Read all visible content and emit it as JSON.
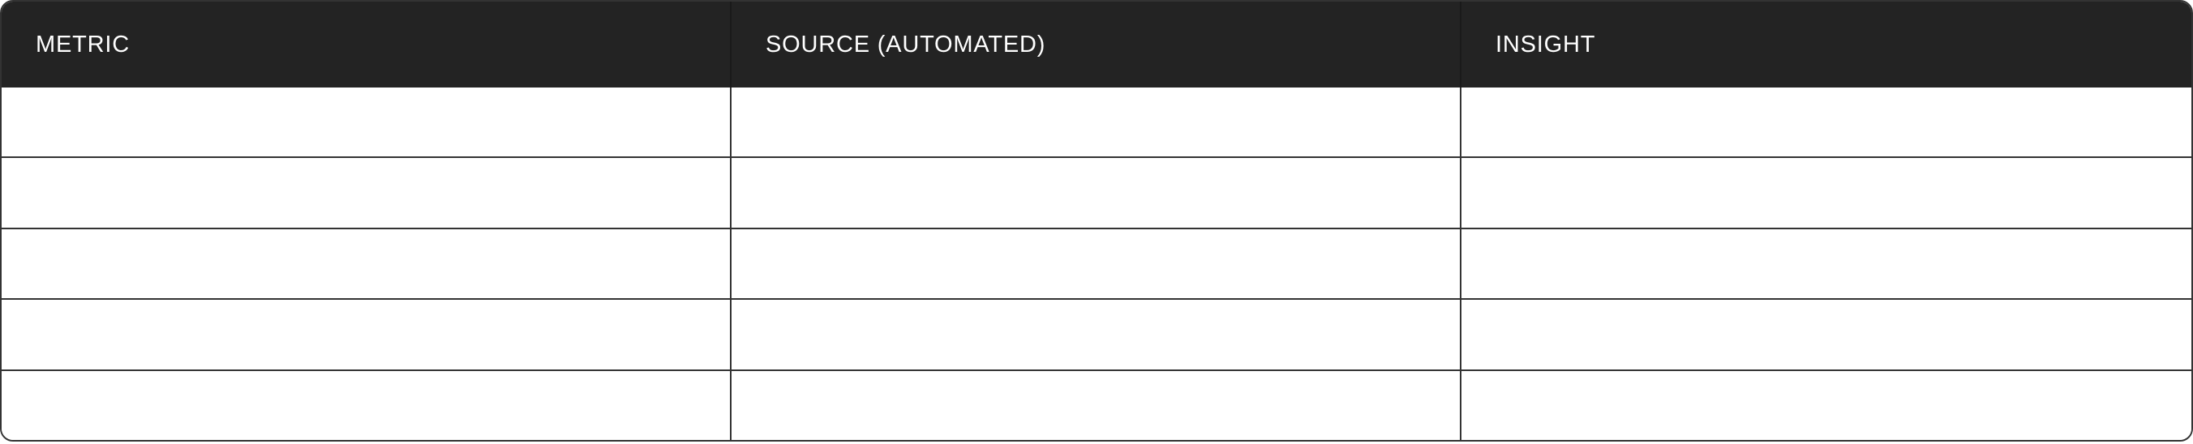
{
  "table": {
    "title": "metrics-table",
    "columns": [
      {
        "label": "METRIC"
      },
      {
        "label": "SOURCE (AUTOMATED)"
      },
      {
        "label": "INSIGHT"
      }
    ],
    "rows": [
      {
        "cells": [
          "",
          "",
          ""
        ]
      },
      {
        "cells": [
          "",
          "",
          ""
        ]
      },
      {
        "cells": [
          "",
          "",
          ""
        ]
      },
      {
        "cells": [
          "",
          "",
          ""
        ]
      },
      {
        "cells": [
          "",
          "",
          ""
        ]
      }
    ],
    "colors": {
      "header_bg": "#232323",
      "header_text": "#ffffff",
      "grid_border": "#333333",
      "header_divider": "#1a1a1a",
      "row_bg": "#ffffff"
    }
  }
}
